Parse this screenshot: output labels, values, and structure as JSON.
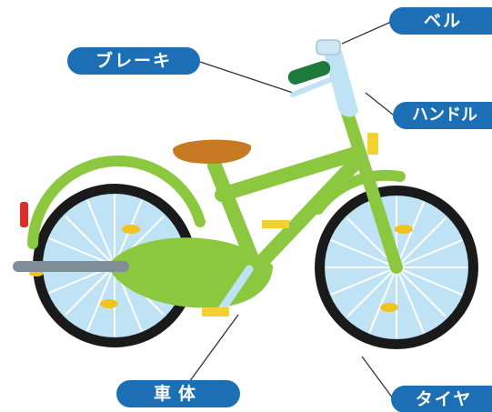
{
  "labels": {
    "bell": "ベル",
    "brake": "ブレーキ",
    "handlebar": "ハンドル",
    "frame": "車体",
    "tire": "タイヤ"
  },
  "colors": {
    "label_bg": "#1c6fb5",
    "frame_green": "#8cc83f",
    "saddle": "#c77a22",
    "grip": "#1e7a3a",
    "tire": "#1a1a1a",
    "rim": "#bfe3f5",
    "reflector_yellow": "#f2d22e",
    "reflector_red": "#d9302a",
    "kickstand": "#7f8d99",
    "leader_line": "#333333"
  }
}
